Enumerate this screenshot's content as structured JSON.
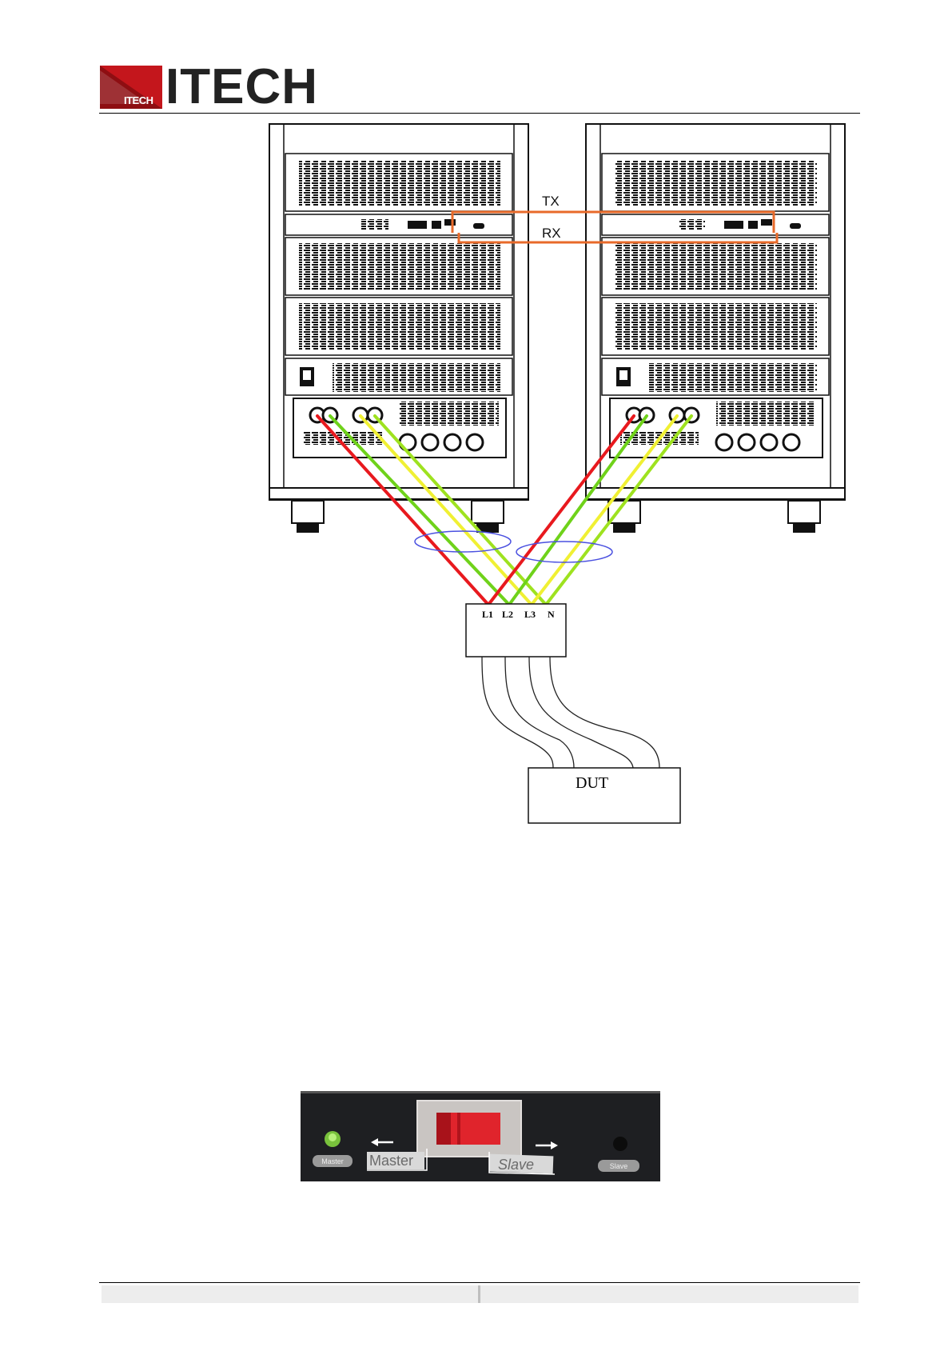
{
  "brand": {
    "logo_word": "ITECH",
    "logo_small": "ITECH",
    "colors": {
      "red": "#c4161c",
      "dark": "#222222"
    }
  },
  "diagram": {
    "signal_labels": {
      "tx": "TX",
      "rx": "RX"
    },
    "terminals": [
      "L1",
      "L2",
      "L3",
      "N"
    ],
    "load_label": "DUT",
    "wire_colors": {
      "l1": "#e8191e",
      "l2": "#6fd21a",
      "l3": "#f0f033",
      "n": "#9ee21f",
      "link": "#e86a2a",
      "ellipse": "#4a50e0"
    }
  },
  "switch_photo": {
    "led_label": "Master",
    "left_label": "Master",
    "right_label": "Slave",
    "right_led_label": "Slave"
  }
}
